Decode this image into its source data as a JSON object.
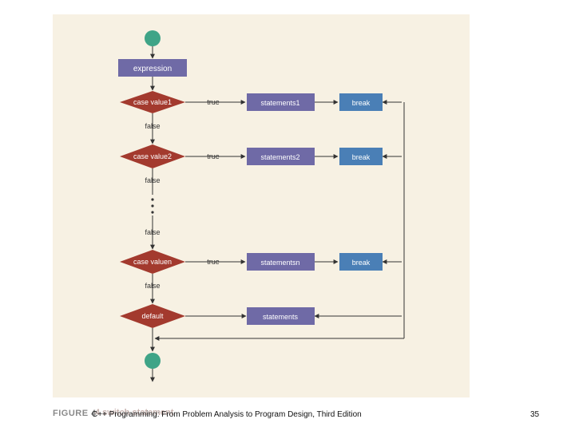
{
  "flowchart": {
    "expression_label": "expression",
    "cases": [
      {
        "diamond_label": "case value1",
        "true_label": "true",
        "statement_label": "statements1",
        "break_label": "break",
        "false_label": "false"
      },
      {
        "diamond_label": "case value2",
        "true_label": "true",
        "statement_label": "statements2",
        "break_label": "break",
        "false_label": "false"
      },
      {
        "diamond_label": "case valuen",
        "true_label": "true",
        "statement_label": "statementsn",
        "break_label": "break",
        "false_label": "false"
      }
    ],
    "ellipsis_false_label": "false",
    "default_label": "default",
    "default_statement_label": "statements"
  },
  "caption": {
    "figure_label": "FIGURE 4-",
    "figure_title": "4 switch statement"
  },
  "footer": {
    "text": "C++ Programming: From Problem Analysis to Program Design, Third Edition",
    "page_number": "35"
  },
  "colors": {
    "panel_bg": "#f7f1e3",
    "start_end_circle": "#3fa487",
    "expression_box": "#6f6aa6",
    "diamond": "#a33a2e",
    "statement_box": "#6f6aa6",
    "break_box": "#4a7fb6",
    "connector": "#333333"
  }
}
